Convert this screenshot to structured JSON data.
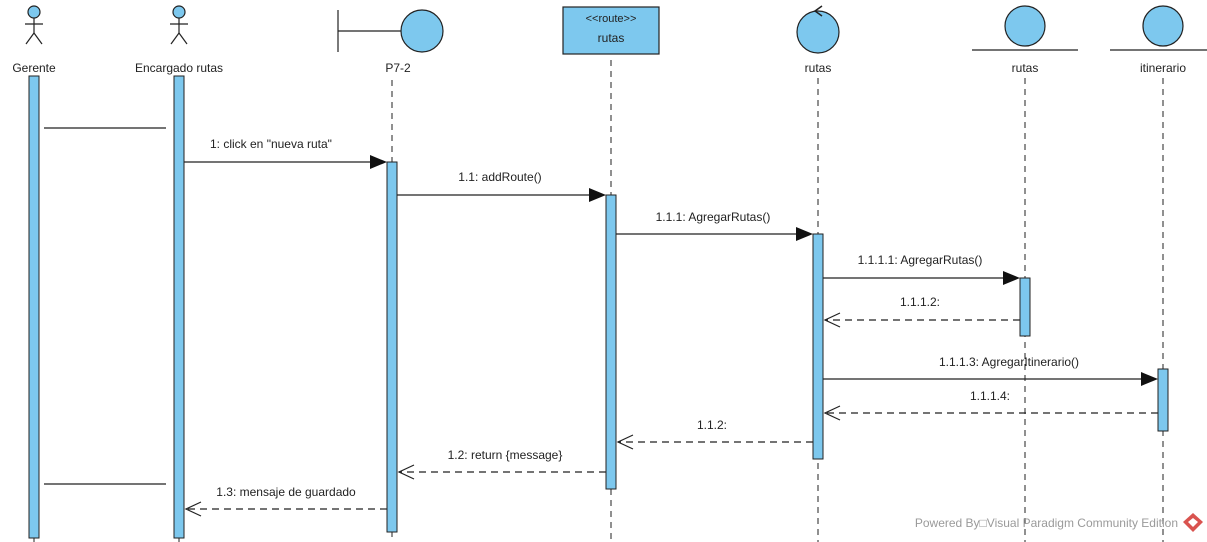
{
  "colors": {
    "fill": "#7dc8ee",
    "stroke": "#222222",
    "activation": "#7dc8ee",
    "watermark_text": "#9a9a9a",
    "watermark_logo": "#d9534f"
  },
  "participants": [
    {
      "id": "gerente",
      "type": "actor",
      "label": "Gerente",
      "icon": "actor-icon"
    },
    {
      "id": "encargado",
      "type": "actor",
      "label": "Encargado rutas",
      "icon": "actor-icon"
    },
    {
      "id": "p72",
      "type": "boundary",
      "label": "P7-2",
      "icon": "boundary-icon"
    },
    {
      "id": "route",
      "type": "stereotyped-class",
      "stereotype": "<<route>>",
      "label": "rutas"
    },
    {
      "id": "control",
      "type": "control",
      "label": "rutas",
      "icon": "control-icon"
    },
    {
      "id": "entity1",
      "type": "entity",
      "label": "rutas",
      "icon": "entity-icon"
    },
    {
      "id": "entity2",
      "type": "entity",
      "label": "itinerario",
      "icon": "entity-icon"
    }
  ],
  "messages": [
    {
      "id": "m1",
      "label": "1: click en \"nueva ruta\"",
      "from": "encargado",
      "to": "p72",
      "kind": "sync"
    },
    {
      "id": "m2",
      "label": "1.1: addRoute()",
      "from": "p72",
      "to": "route",
      "kind": "sync"
    },
    {
      "id": "m3",
      "label": "1.1.1: AgregarRutas()",
      "from": "route",
      "to": "control",
      "kind": "sync"
    },
    {
      "id": "m4",
      "label": "1.1.1.1: AgregarRutas()",
      "from": "control",
      "to": "entity1",
      "kind": "sync"
    },
    {
      "id": "m5",
      "label": "1.1.1.2:",
      "from": "entity1",
      "to": "control",
      "kind": "return"
    },
    {
      "id": "m6",
      "label": "1.1.1.3: AgregarItinerario()",
      "from": "control",
      "to": "entity2",
      "kind": "sync"
    },
    {
      "id": "m7",
      "label": "1.1.1.4:",
      "from": "entity2",
      "to": "control",
      "kind": "return"
    },
    {
      "id": "m8",
      "label": "1.1.2:",
      "from": "control",
      "to": "route",
      "kind": "return"
    },
    {
      "id": "m9",
      "label": "1.2: return {message}",
      "from": "route",
      "to": "p72",
      "kind": "return"
    },
    {
      "id": "m10",
      "label": "1.3: mensaje de guardado",
      "from": "p72",
      "to": "encargado",
      "kind": "return"
    }
  ],
  "watermark": {
    "text": "Powered By□Visual Paradigm Community Edition",
    "icon": "visual-paradigm-logo-icon"
  }
}
